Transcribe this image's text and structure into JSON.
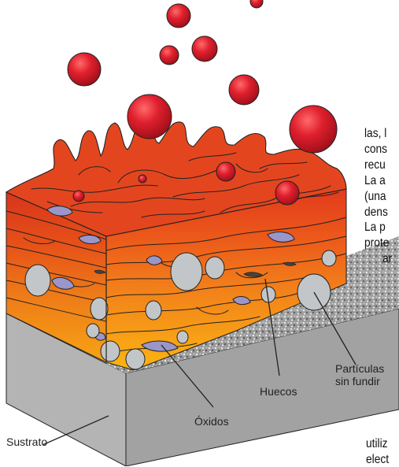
{
  "labels": {
    "particles_line1": "Partículas",
    "particles_line2": "sin fundir",
    "voids": "Huecos",
    "oxides": "Óxidos",
    "substrate": "Sustrato"
  },
  "body_text": [
    "las, l",
    "cons",
    "recu",
    "La a",
    "(una",
    "dens",
    "La p",
    "prote",
    "ar"
  ],
  "bottom_text": [
    "utiliz",
    "elect"
  ],
  "colors": {
    "droplet": "#d41f30",
    "layer_top": "#e8401d",
    "layer_mid": "#f07a1a",
    "layer_low": "#f8ac14",
    "unmelted_particle": "#c2c6c9",
    "oxide": "#9b96c9",
    "substrate_top": "#c8c8c8",
    "substrate_side": "#a8a8a8"
  }
}
